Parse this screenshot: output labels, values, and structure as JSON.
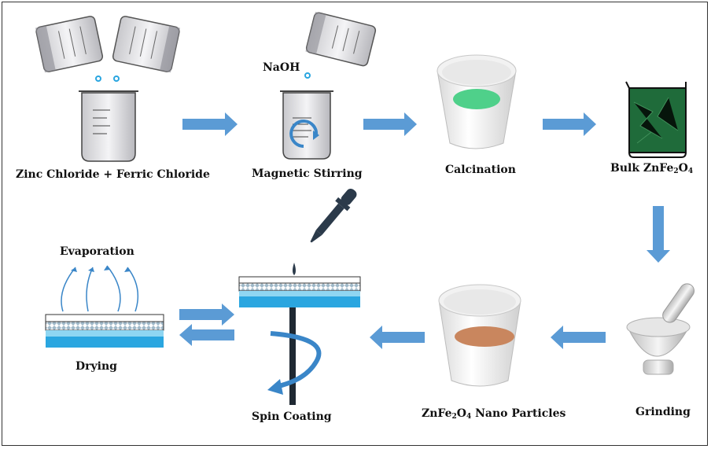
{
  "labels": {
    "zinc_ferric": "Zinc Chloride + Ferric Chloride",
    "naoh": "NaOH",
    "magnetic_stirring": "Magnetic Stirring",
    "calcination": "Calcination",
    "bulk_prefix": "Bulk ZnFe",
    "bulk_sub1": "2",
    "bulk_o": "O",
    "bulk_sub2": "4",
    "grinding": "Grinding",
    "nano_prefix": "ZnFe",
    "nano_sub1": "2",
    "nano_o": "O",
    "nano_sub2": "4",
    "nano_suffix": " Nano Particles",
    "spin_coating": "Spin Coating",
    "evaporation": "Evaporation",
    "drying": "Drying"
  },
  "colors": {
    "arrow": "#5b9bd5",
    "green_solution": "#4fd08a",
    "bulk_green": "#1f6b3a",
    "nanoparticle_brown": "#c9865e",
    "substrate_blue": "#2aa6e0",
    "film_cyan": "#8fd6f2"
  }
}
